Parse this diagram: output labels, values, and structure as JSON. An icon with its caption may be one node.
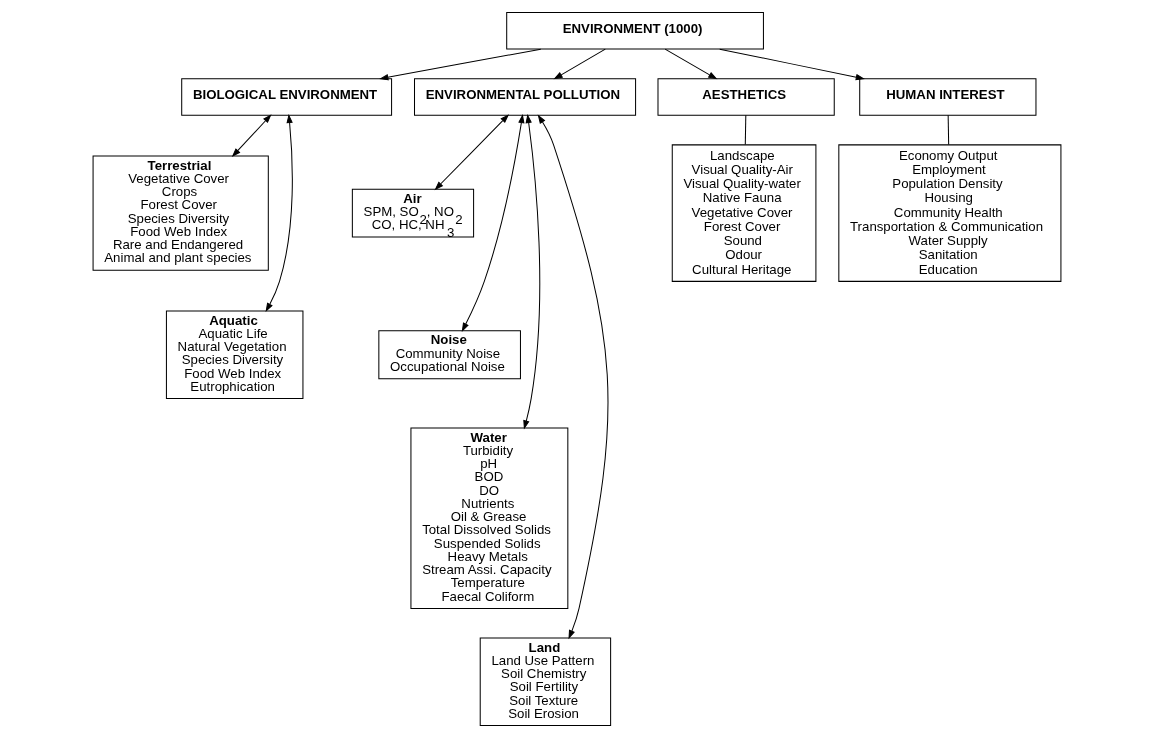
{
  "diagram": {
    "nodes": [
      {
        "text": [
          "ENVIRONMENT (1000)"
        ]
      },
      {
        "text": [
          "BIOLOGICAL ENVIRONMENT"
        ]
      },
      {
        "text": [
          "ENVIRONMENTAL POLLUTION"
        ]
      },
      {
        "text": [
          "AESTHETICS"
        ]
      },
      {
        "text": [
          "HUMAN INTEREST"
        ]
      },
      {
        "text": [
          "Terrestrial",
          "Vegetative Cover",
          "Crops",
          "Forest Cover",
          "Species Diversity",
          "Food Web Index",
          "Rare and Endangered",
          "Animal and plant species"
        ]
      },
      {
        "text": [
          "Aquatic",
          "Aquatic Life",
          "Natural Vegetation",
          "Species Diversity",
          "Food Web Index",
          "Eutrophication"
        ]
      },
      {
        "text": [
          "Air",
          "SPM, SO$_{2}$, NO$_{2}$",
          "CO, HC, NH$_{3}$"
        ]
      },
      {
        "text": [
          "Noise",
          "Community Noise",
          "Occupational Noise"
        ]
      },
      {
        "text": [
          "Water",
          "Turbidity",
          "pH",
          "BOD",
          "DO",
          "Nutrients",
          "Oil & Grease",
          "Total Dissolved Solids",
          "Suspended Solids",
          "Heavy Metals",
          "Stream Assi. Capacity",
          "Temperature",
          "Faecal Coliform"
        ]
      },
      {
        "text": [
          "Land",
          "Land Use Pattern",
          "Soil Chemistry",
          "Soil Fertility",
          "Soil Texture",
          "Soil Erosion"
        ]
      },
      {
        "text": [
          "Landscape",
          "Visual Quality-Air",
          "Visual Quality-water",
          "Native Fauna",
          "Vegetative Cover",
          "Forest Cover",
          "Sound",
          "Odour",
          "Cultural Heritage"
        ]
      },
      {
        "text": [
          "Economy Output",
          "Employment",
          "Population Density",
          "Housing",
          "Community Health",
          "Transportation & Communication",
          "Water Supply",
          "Sanitation",
          "Education"
        ]
      }
    ],
    "edges": [
      {
        "from": 0,
        "to": 1,
        "arrow": "to"
      },
      {
        "from": 0,
        "to": 2,
        "arrow": "to"
      },
      {
        "from": 0,
        "to": 3,
        "arrow": "to"
      },
      {
        "from": 0,
        "to": 4,
        "arrow": "to"
      },
      {
        "from": 1,
        "to": 5,
        "arrow": "both"
      },
      {
        "from": 1,
        "to": 6,
        "arrow": "both"
      },
      {
        "from": 2,
        "to": 7,
        "arrow": "both"
      },
      {
        "from": 2,
        "to": 8,
        "arrow": "both"
      },
      {
        "from": 2,
        "to": 9,
        "arrow": "both"
      },
      {
        "from": 2,
        "to": 10,
        "arrow": "both"
      },
      {
        "from": 3,
        "to": 11,
        "arrow": "none"
      },
      {
        "from": 4,
        "to": 12,
        "arrow": "none"
      }
    ]
  }
}
